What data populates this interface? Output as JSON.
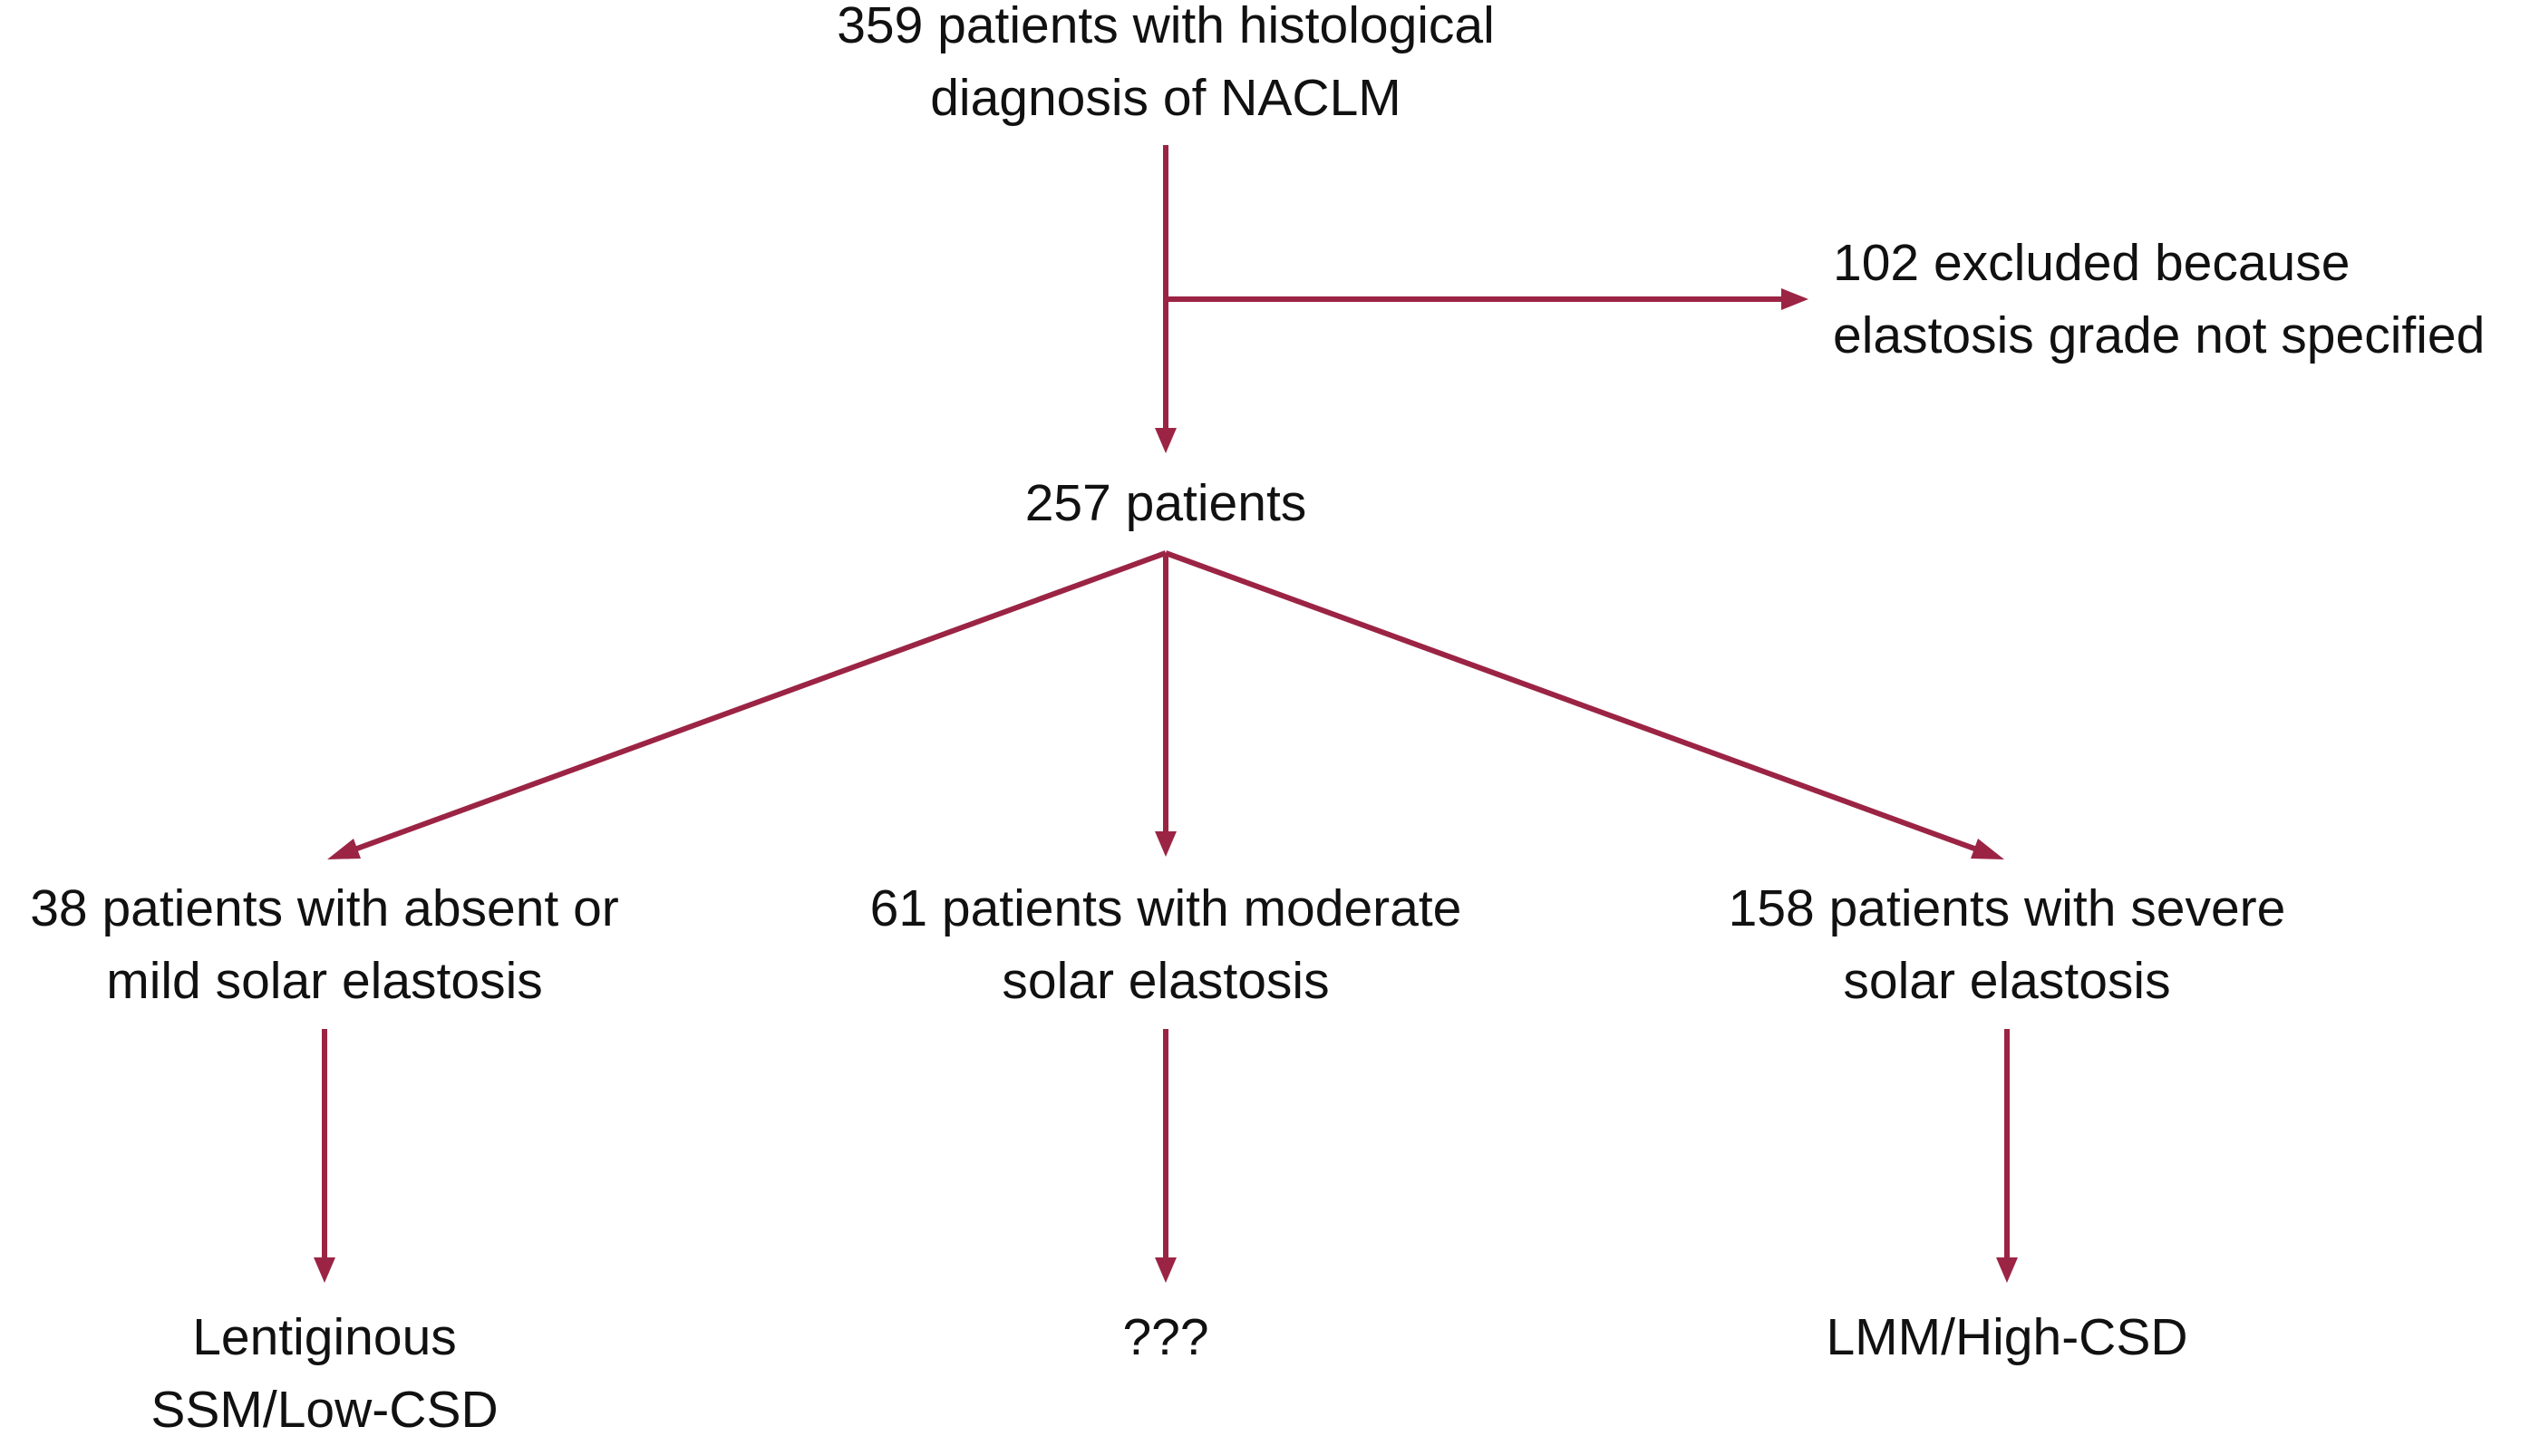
{
  "diagram": {
    "type": "flowchart",
    "arrow_color": "#9b2444",
    "nodes": {
      "start": {
        "line1": "359 patients with histological",
        "line2": "diagnosis of NACLM"
      },
      "excluded": {
        "line1": "102 excluded because",
        "line2": "elastosis grade not specified"
      },
      "middle": {
        "line1": "257 patients"
      },
      "group_mild": {
        "line1": "38 patients with absent or",
        "line2": "mild solar elastosis"
      },
      "group_moderate": {
        "line1": "61 patients with moderate",
        "line2": "solar elastosis"
      },
      "group_severe": {
        "line1": "158 patients with severe",
        "line2": "solar elastosis"
      },
      "outcome_mild": {
        "line1": "Lentiginous",
        "line2": "SSM/Low-CSD"
      },
      "outcome_moderate": {
        "line1": "???"
      },
      "outcome_severe": {
        "line1": "LMM/High-CSD"
      }
    }
  }
}
